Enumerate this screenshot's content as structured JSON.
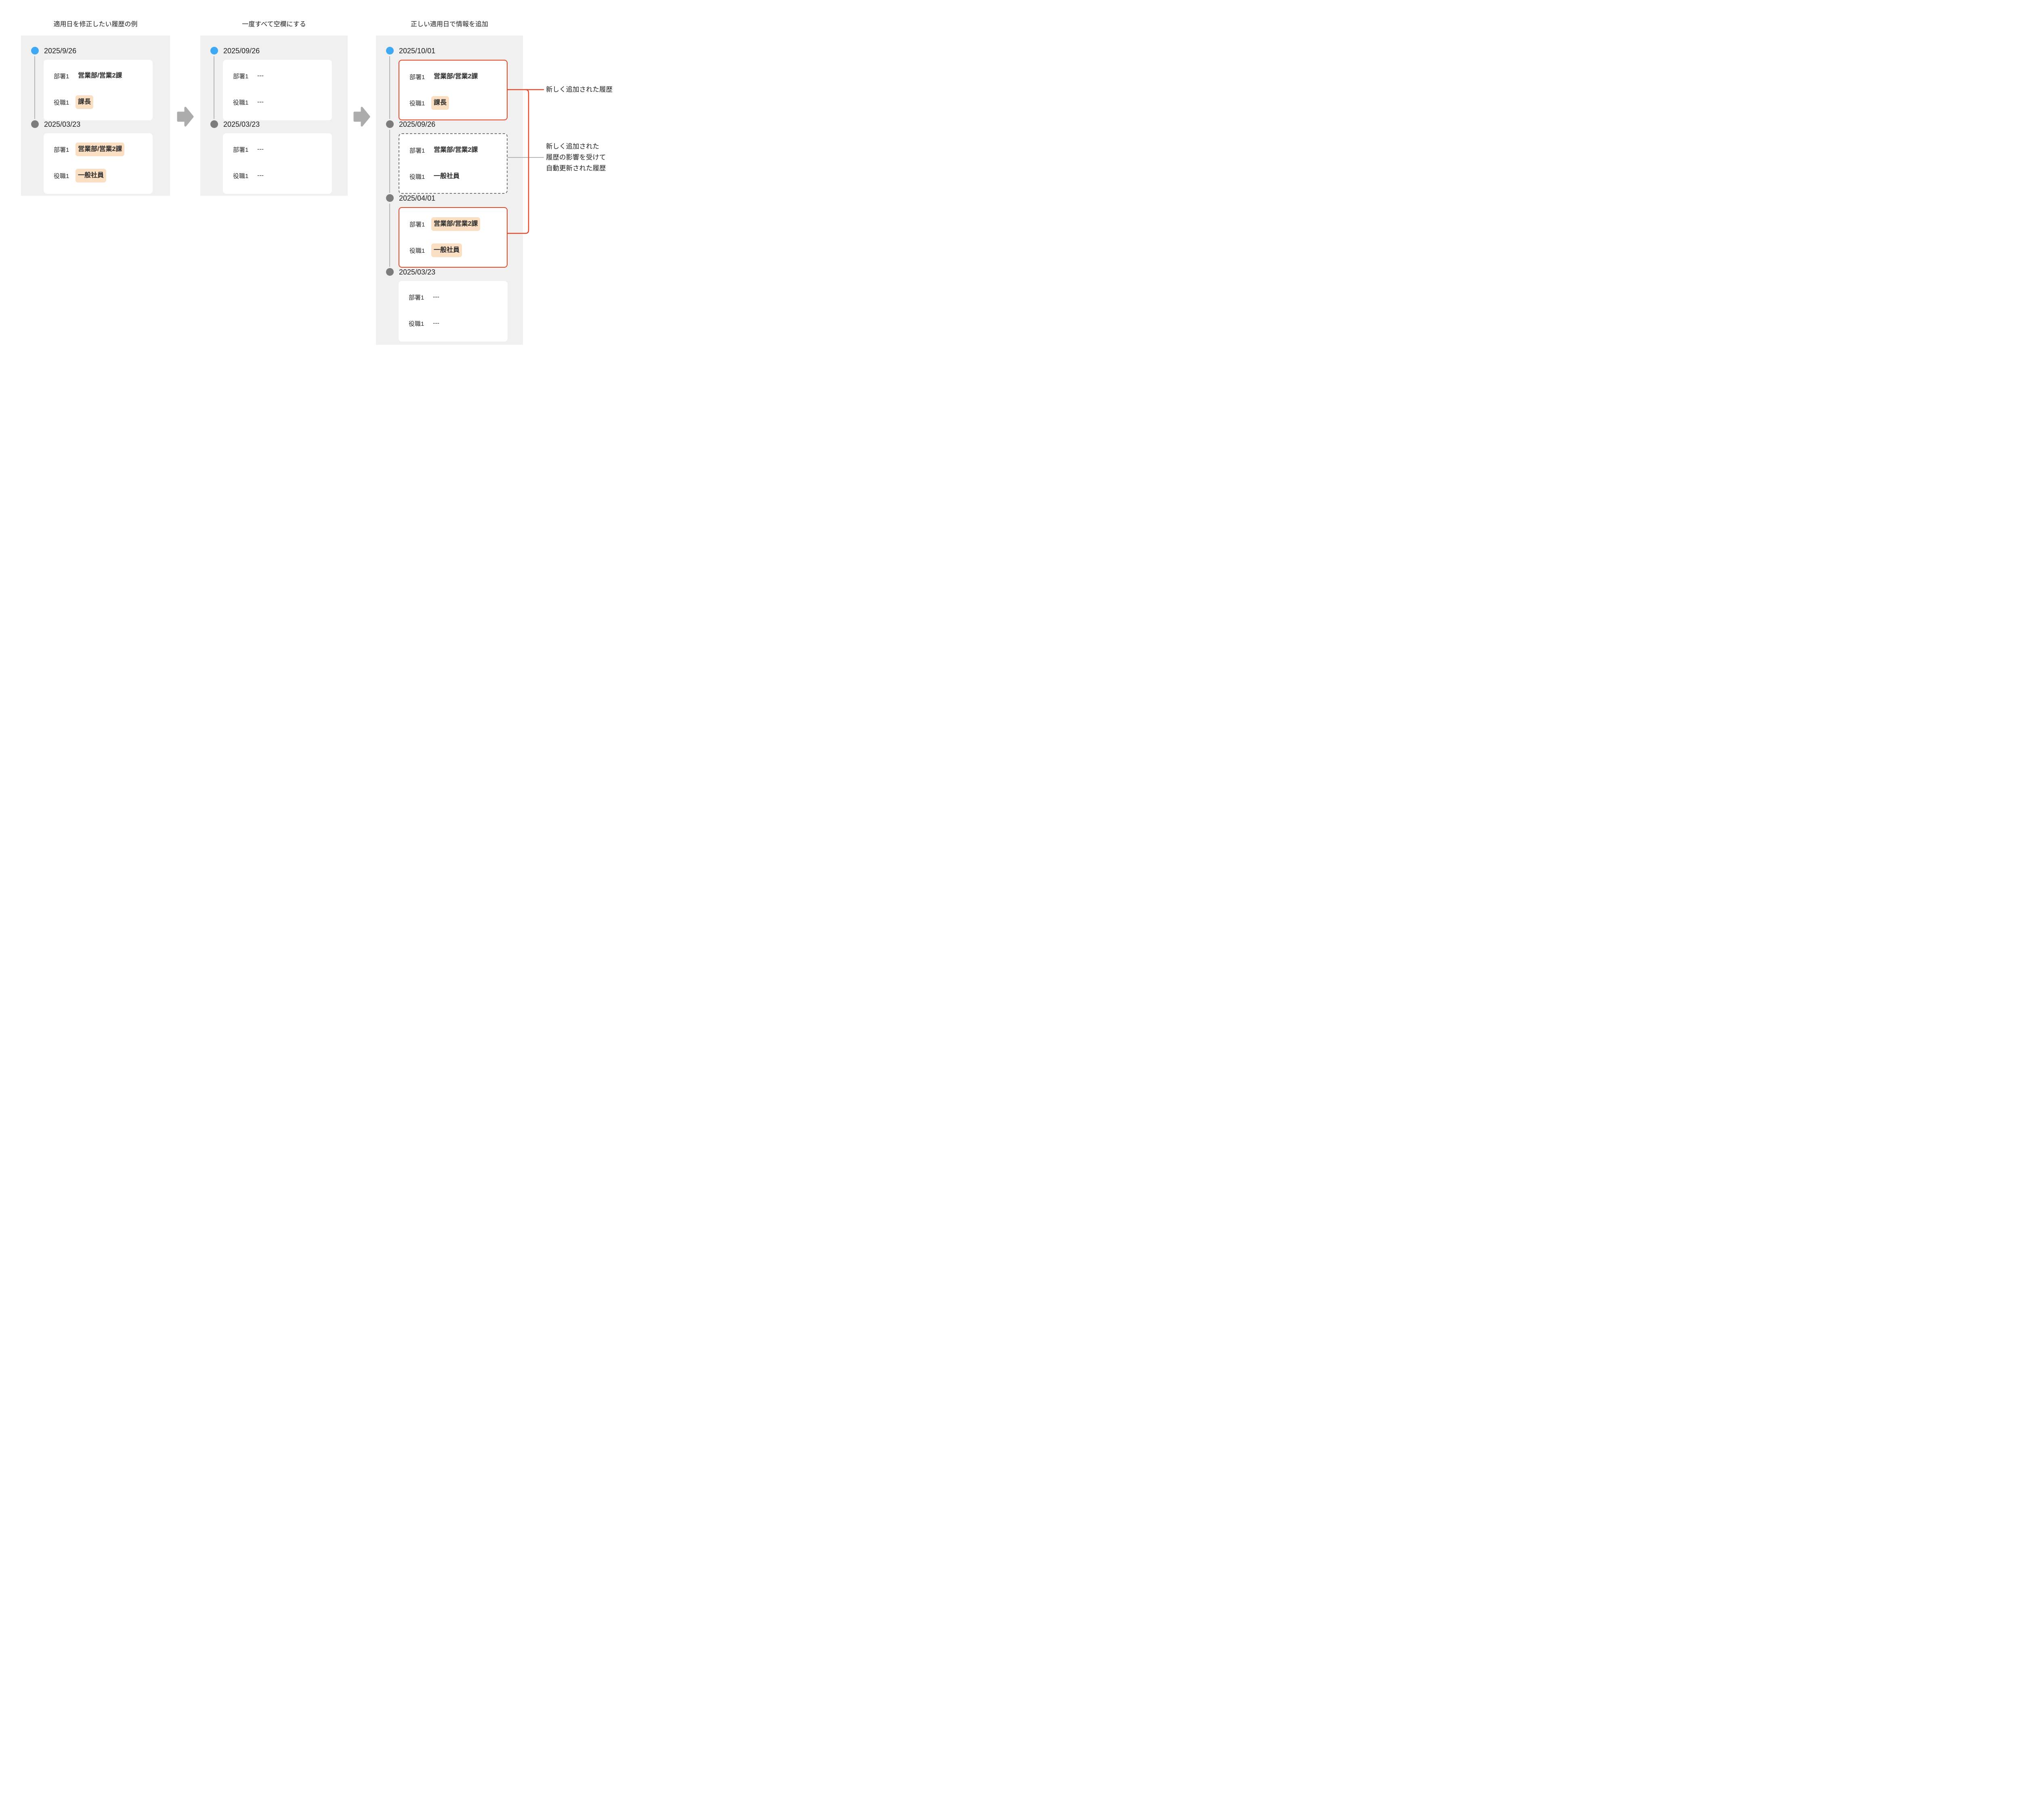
{
  "colors": {
    "panel_bg": "#f0f0f0",
    "card_bg": "#ffffff",
    "accent_red": "#e9472b",
    "highlight": "#fbdfc2",
    "dot_blue": "#3ea8f4",
    "dot_gray": "#7c7c7c",
    "timeline_gray": "#b5b5b5",
    "arrow_gray": "#acacac",
    "text": "#1d1d1f"
  },
  "icons": {
    "step_arrow": "right-arrow-icon",
    "dot_current": "blue-circle-icon",
    "dot_past": "gray-circle-icon"
  },
  "panels": [
    {
      "title": "適用日を修正したい履歴の例",
      "entries": [
        {
          "date": "2025/9/26",
          "dot": "blue",
          "border": "plain",
          "rows": [
            {
              "label": "部署1",
              "value": "営業部/営業2課",
              "highlight": false
            },
            {
              "label": "役職1",
              "value": "課長",
              "highlight": true
            }
          ]
        },
        {
          "date": "2025/03/23",
          "dot": "gray",
          "border": "plain",
          "rows": [
            {
              "label": "部署1",
              "value": "営業部/営業2課",
              "highlight": true
            },
            {
              "label": "役職1",
              "value": "一般社員",
              "highlight": true
            }
          ]
        }
      ]
    },
    {
      "title": "一度すべて空欄にする",
      "entries": [
        {
          "date": "2025/09/26",
          "dot": "blue",
          "border": "plain",
          "rows": [
            {
              "label": "部署1",
              "value": "---",
              "highlight": false
            },
            {
              "label": "役職1",
              "value": "---",
              "highlight": false
            }
          ]
        },
        {
          "date": "2025/03/23",
          "dot": "gray",
          "border": "plain",
          "rows": [
            {
              "label": "部署1",
              "value": "---",
              "highlight": false
            },
            {
              "label": "役職1",
              "value": "---",
              "highlight": false
            }
          ]
        }
      ]
    },
    {
      "title": "正しい適用日で情報を追加",
      "entries": [
        {
          "date": "2025/10/01",
          "dot": "blue",
          "border": "red",
          "rows": [
            {
              "label": "部署1",
              "value": "営業部/営業2課",
              "highlight": false
            },
            {
              "label": "役職1",
              "value": "課長",
              "highlight": true
            }
          ]
        },
        {
          "date": "2025/09/26",
          "dot": "gray",
          "border": "dashed",
          "rows": [
            {
              "label": "部署1",
              "value": "営業部/営業2課",
              "highlight": false
            },
            {
              "label": "役職1",
              "value": "一般社員",
              "highlight": false
            }
          ]
        },
        {
          "date": "2025/04/01",
          "dot": "gray",
          "border": "red",
          "rows": [
            {
              "label": "部署1",
              "value": "営業部/営業2課",
              "highlight": true
            },
            {
              "label": "役職1",
              "value": "一般社員",
              "highlight": true
            }
          ]
        },
        {
          "date": "2025/03/23",
          "dot": "gray",
          "border": "plain",
          "rows": [
            {
              "label": "部署1",
              "value": "---",
              "highlight": false
            },
            {
              "label": "役職1",
              "value": "---",
              "highlight": false
            }
          ]
        }
      ]
    }
  ],
  "annotations": [
    {
      "text": "新しく追加された履歴",
      "connector": "red"
    },
    {
      "lines": [
        "新しく追加された",
        "履歴の影響を受けて",
        "自動更新された履歴"
      ],
      "connector": "gray"
    }
  ]
}
